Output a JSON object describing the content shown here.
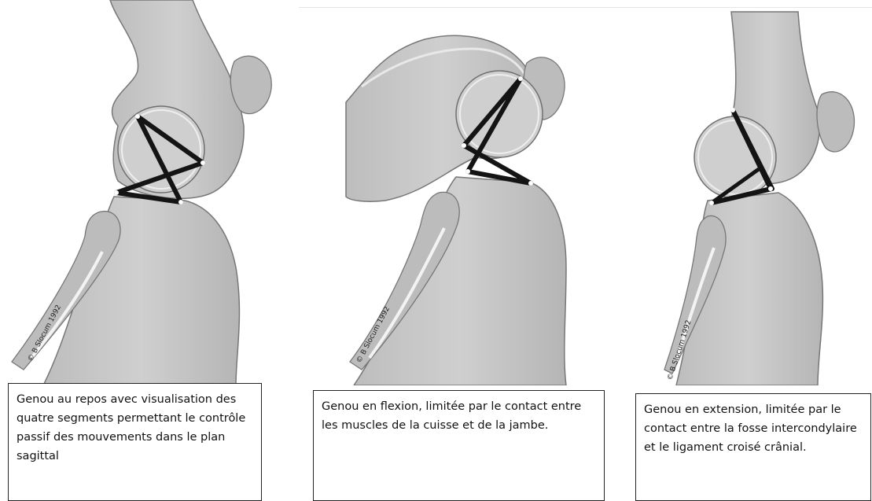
{
  "panels": [
    {
      "caption": "Genou au repos avec visualisation des quatre segments permettant le contrôle passif des mouvements dans le plan sagittal",
      "copyright": "© B Slocum 1992"
    },
    {
      "caption": "Genou en flexion, limitée par le contact entre les muscles de la cuisse et de la jambe.",
      "copyright": "© B Slocum 1992"
    },
    {
      "caption": "Genou en extension, limitée par le contact entre la fosse intercondylaire et le ligament croisé crânial.",
      "copyright": "© B Slocum 1992"
    }
  ],
  "colors": {
    "bone_fill": "#c8c8c8",
    "bone_shadow": "#a9a9a9",
    "outline": "#777777",
    "ligament": "#141414"
  }
}
